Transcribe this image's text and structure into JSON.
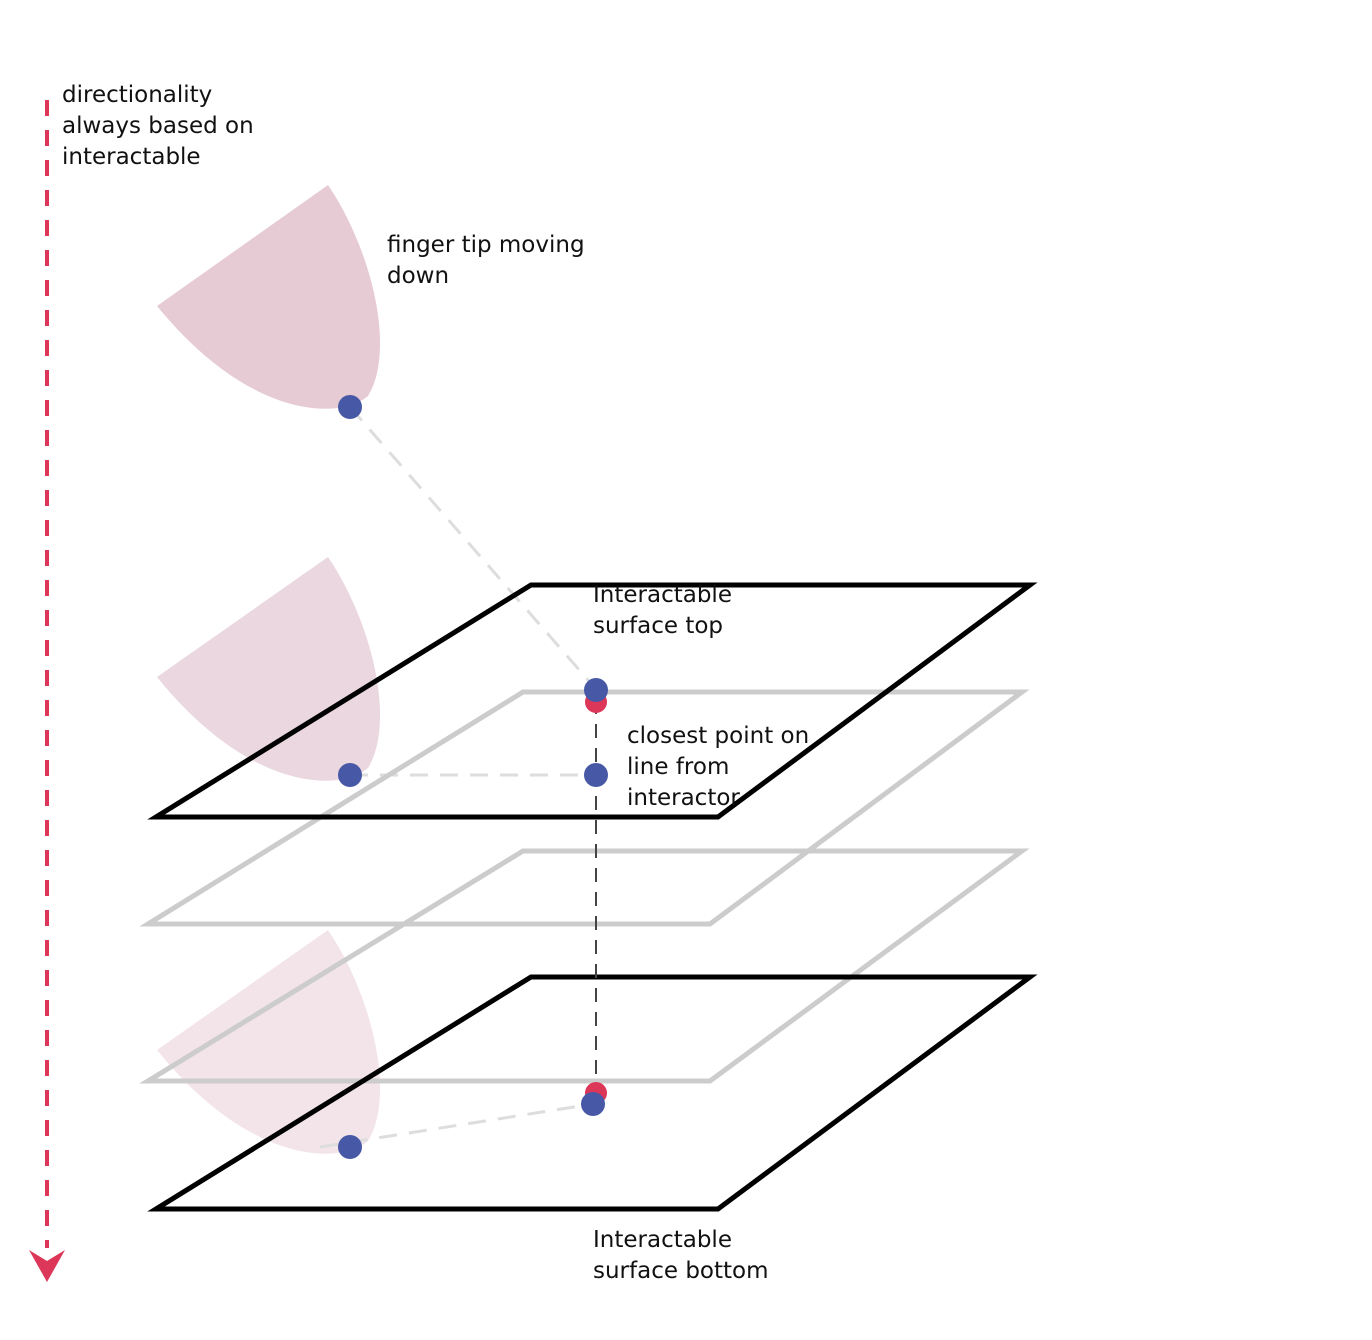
{
  "labels": {
    "direction": [
      "directionality",
      "always based on",
      "interactable"
    ],
    "finger": [
      "finger tip moving",
      "down"
    ],
    "surface_top": [
      "Interactable",
      "surface top"
    ],
    "closest": [
      "closest point on",
      "line from",
      "interactor"
    ],
    "surface_bottom": [
      "Interactable",
      "surface bottom"
    ]
  },
  "colors": {
    "arrow": "#dc3658",
    "fingertip_top": "#e6cbd5",
    "fingertip_mid": "#ead7df",
    "fingertip_low": "#f3e4ea",
    "point_blue": "#4758a6",
    "point_red": "#dc3658",
    "surface_edge": "#000000",
    "inner_plane": "#cccccc",
    "guide_line": "#dddddd",
    "axis_line": "#444444"
  }
}
